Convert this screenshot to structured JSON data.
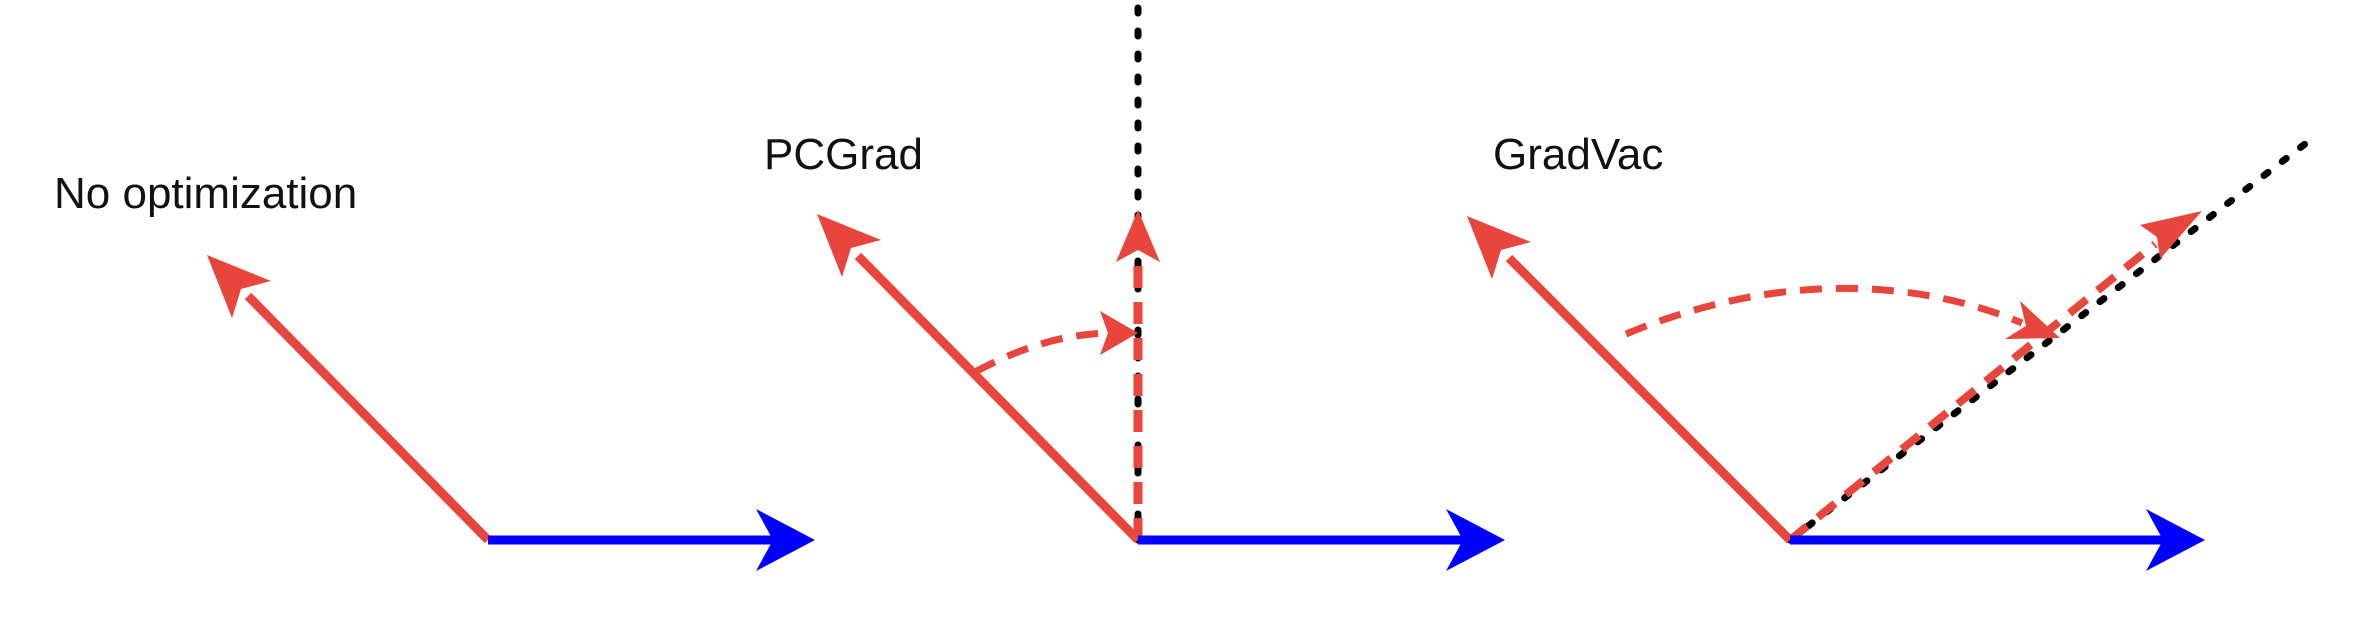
{
  "colors": {
    "task_gradient": "#e8453c",
    "reference_gradient": "#0000ff",
    "projection_guide": "#000000",
    "background": "#ffffff"
  },
  "panels": [
    {
      "id": "none",
      "title": "No optimization"
    },
    {
      "id": "pcgrad",
      "title": "PCGrad"
    },
    {
      "id": "gradvac",
      "title": "GradVac"
    }
  ]
}
